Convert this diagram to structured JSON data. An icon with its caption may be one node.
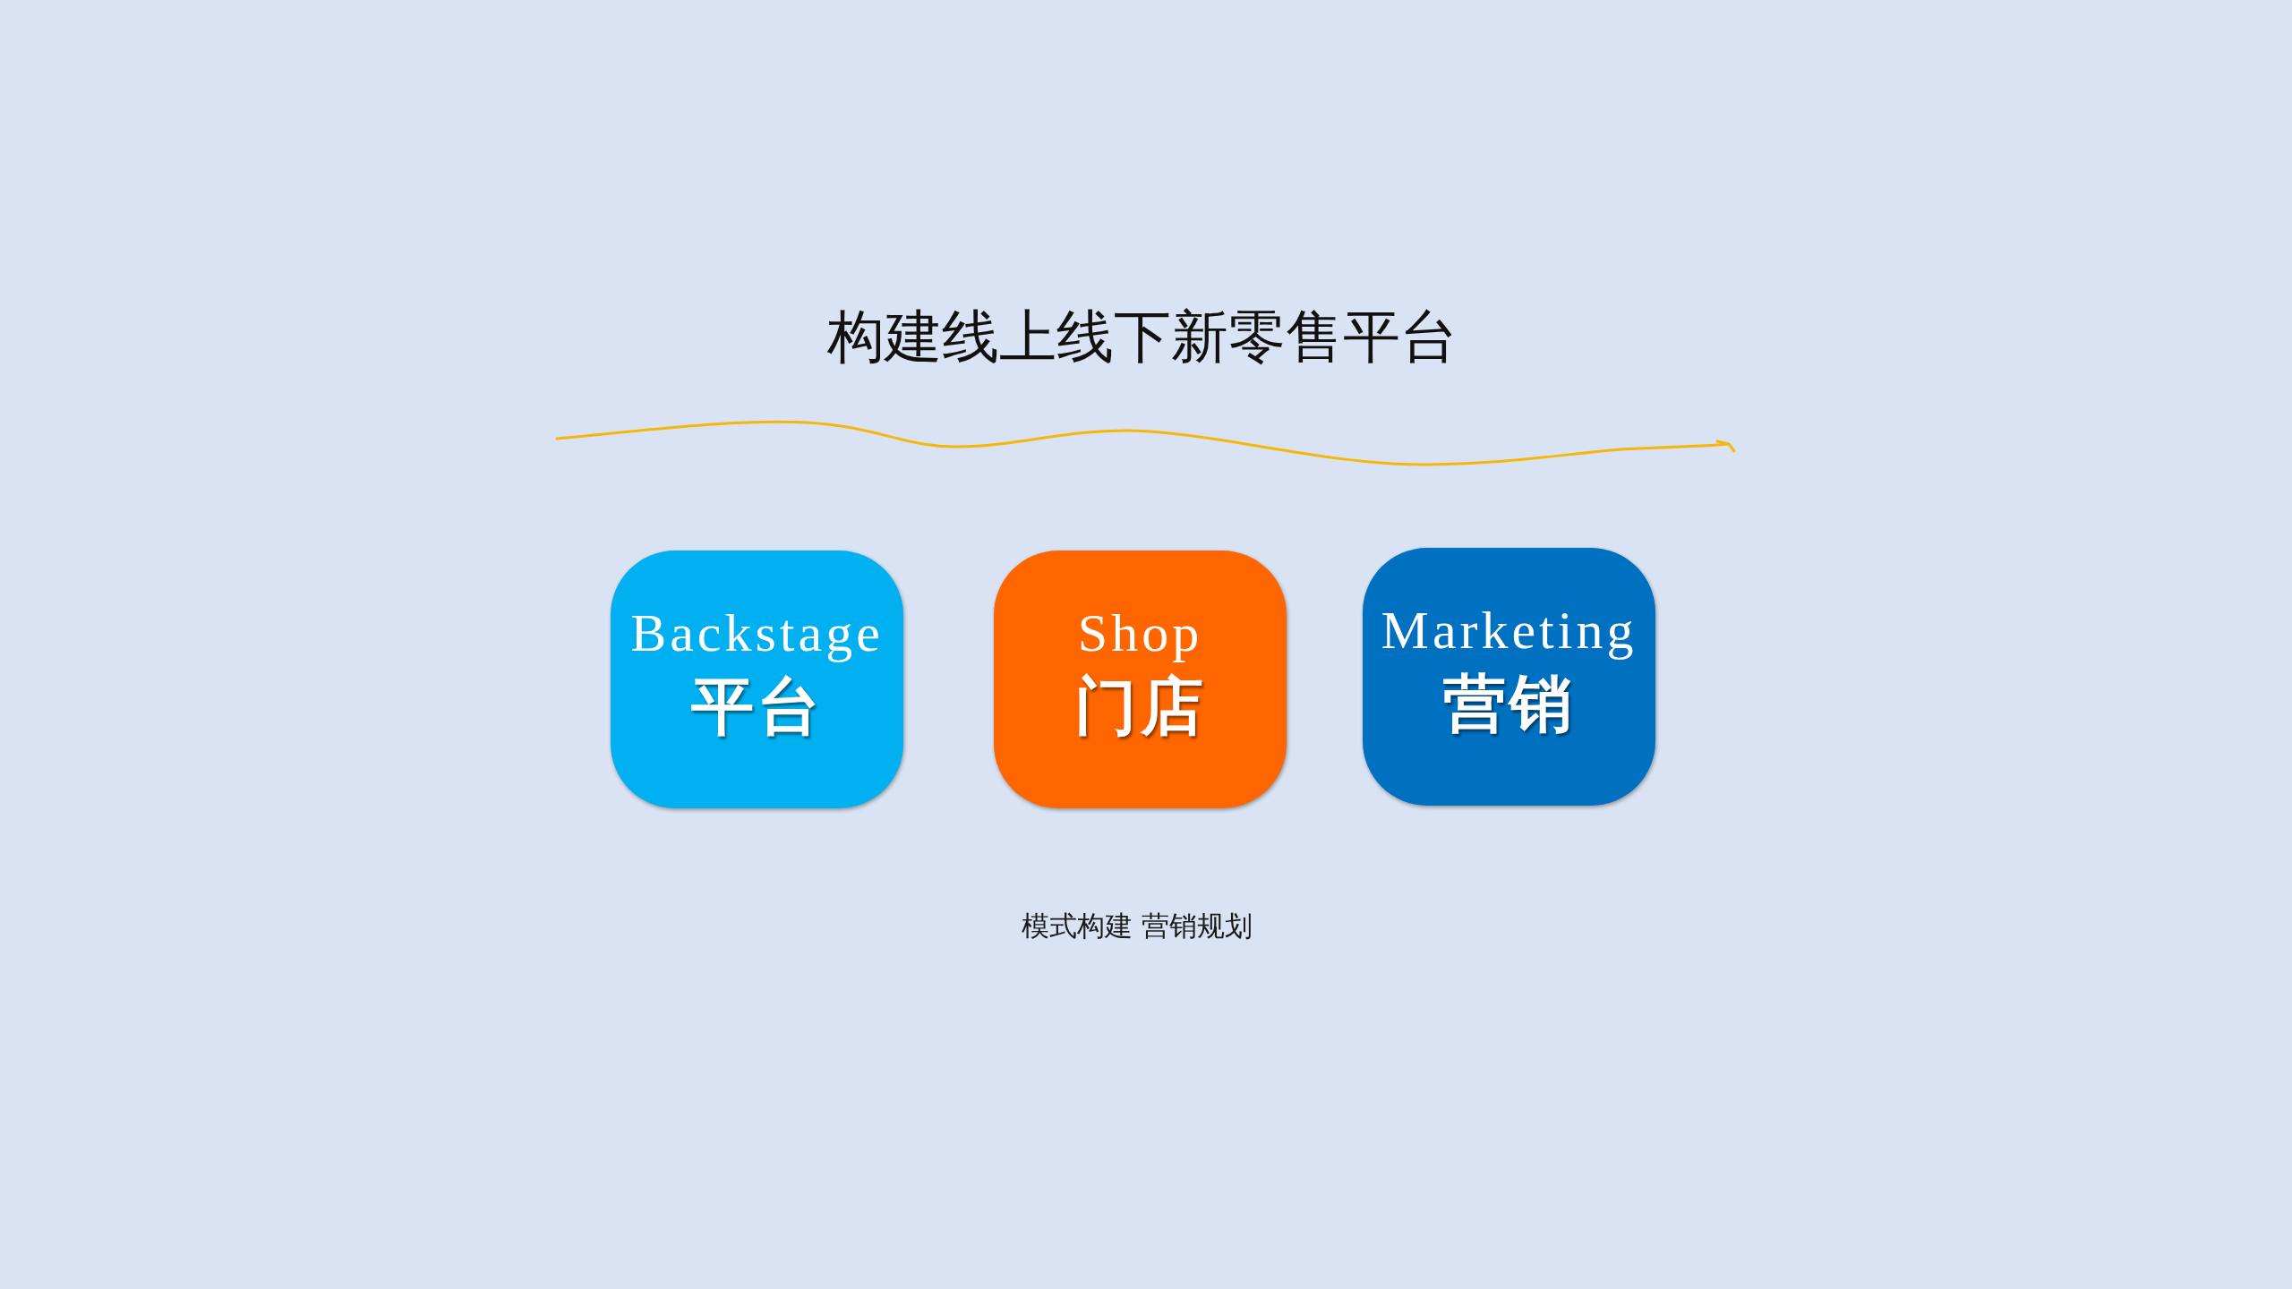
{
  "diagram": {
    "title": "构建线上线下新零售平台",
    "nodes": [
      {
        "text": [
          "Backstage",
          "平台"
        ]
      },
      {
        "text": [
          "Shop",
          "门店"
        ]
      },
      {
        "text": [
          "Marketing",
          "营销"
        ]
      }
    ],
    "labels": [
      "模式构建 营销规划"
    ]
  }
}
